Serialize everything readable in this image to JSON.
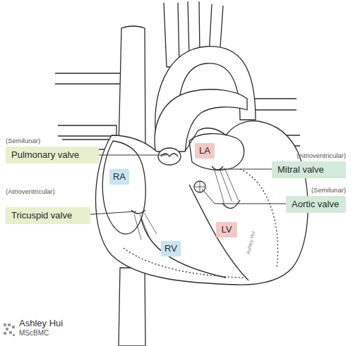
{
  "diagram": {
    "nodes": [
      {
        "text": [
          "(Semilunar)",
          "Pulmonary valve"
        ]
      },
      {
        "text": [
          "LA"
        ]
      },
      {
        "text": [
          "RA"
        ]
      },
      {
        "text": [
          "(Atrioventricular)",
          "Mitral valve"
        ]
      },
      {
        "text": [
          "(Semilunar)",
          "Aortic valve"
        ]
      },
      {
        "text": [
          "(Atrioventricular)",
          "Tricuspid valve"
        ]
      },
      {
        "text": [
          "LV"
        ]
      },
      {
        "text": [
          "RV"
        ]
      }
    ],
    "labels": [
      "Ashley Hui",
      "Ashley Hui",
      "MScBMC"
    ]
  }
}
